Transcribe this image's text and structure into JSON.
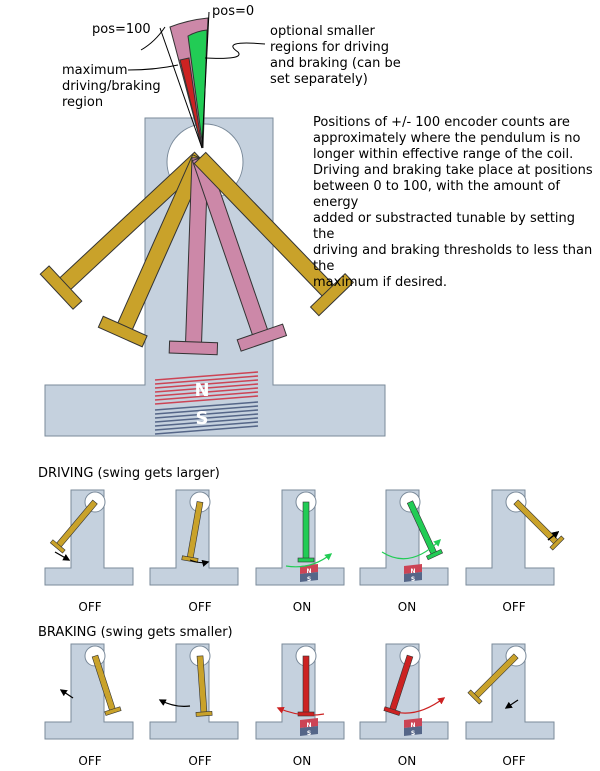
{
  "labels": {
    "pos_100": "pos=100",
    "pos_0": "pos=0",
    "max_region": "maximum\ndriving/braking\nregion",
    "optional_regions": "optional smaller\nregions for driving\nand braking (can be\nset separately)",
    "description": "Positions of +/- 100 encoder counts are\napproximately where the pendulum is no\nlonger within effective range of the coil.\nDriving and braking take place at positions\nbetween 0 to 100, with the amount of energy\nadded or substracted tunable by setting the\ndriving and braking thresholds to less than the\nmaximum if desired.",
    "magnet_n": "N",
    "magnet_s": "S"
  },
  "driving": {
    "title": "DRIVING (swing gets larger)",
    "states": [
      "OFF",
      "OFF",
      "ON",
      "ON",
      "OFF"
    ]
  },
  "braking": {
    "title": "BRAKING (swing gets smaller)",
    "states": [
      "OFF",
      "OFF",
      "ON",
      "ON",
      "OFF"
    ]
  },
  "colors": {
    "frame": "#c5d1de",
    "frame_stroke": "#7a8a9a",
    "gold": "#c9a22a",
    "pink": "#cc88a8",
    "green": "#22cc55",
    "red": "#cc2222",
    "magnet_red": "#cc4455",
    "magnet_blue": "#556688"
  }
}
